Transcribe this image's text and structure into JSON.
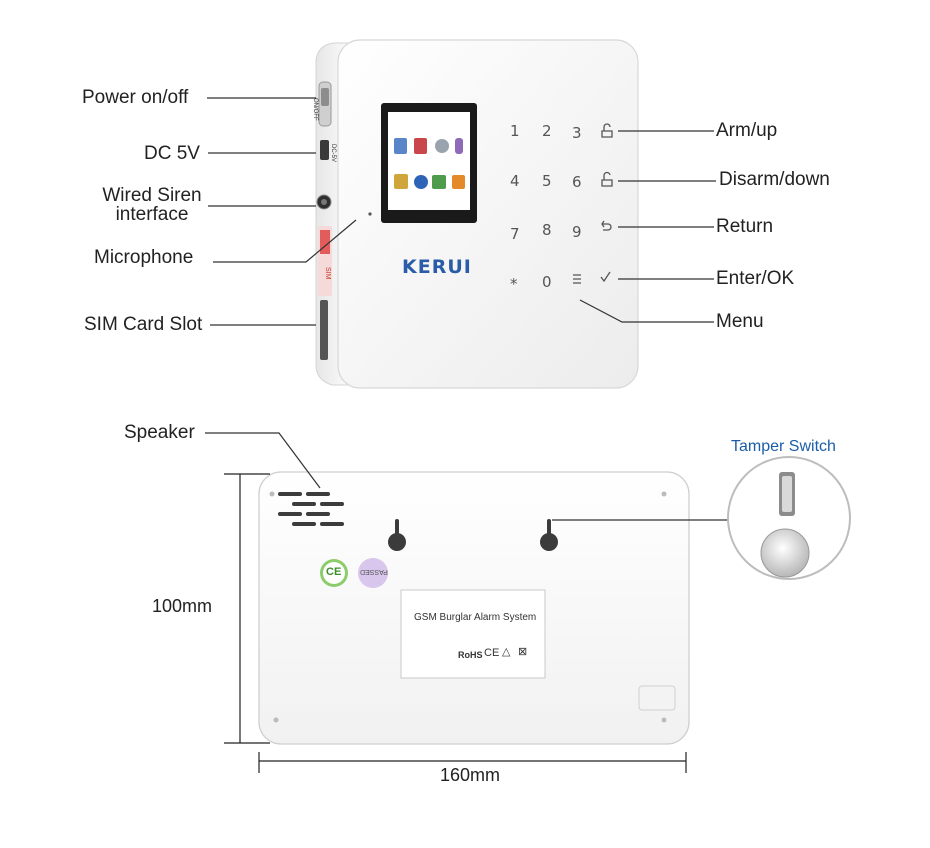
{
  "front_labels": {
    "power": "Power on/off",
    "dc": "DC 5V",
    "siren_line1": "Wired Siren",
    "siren_line2": "interface",
    "microphone": "Microphone",
    "sim": "SIM Card Slot",
    "arm": "Arm/up",
    "disarm": "Disarm/down",
    "return": "Return",
    "enter": "Enter/OK",
    "menu": "Menu"
  },
  "device": {
    "brand": "KERUI",
    "keys": [
      "1",
      "2",
      "3",
      "4",
      "5",
      "6",
      "7",
      "8",
      "9",
      "*",
      "0"
    ],
    "side_onoff": "ON/OFF",
    "side_dc": "DC-5V",
    "side_sim": "SIM"
  },
  "back": {
    "speaker_label": "Speaker",
    "tamper_label": "Tamper Switch",
    "height": "100mm",
    "width": "160mm",
    "plate_title": "GSM Burglar Alarm System",
    "plate_rohs": "RoHS",
    "plate_ce": "CE",
    "ce_badge": "CE",
    "passed_badge": "PASSED"
  },
  "colors": {
    "accent_blue": "#2a5ca8",
    "tamper_blue": "#1b5ea8",
    "body": "#f4f4f4",
    "line": "#333333"
  }
}
